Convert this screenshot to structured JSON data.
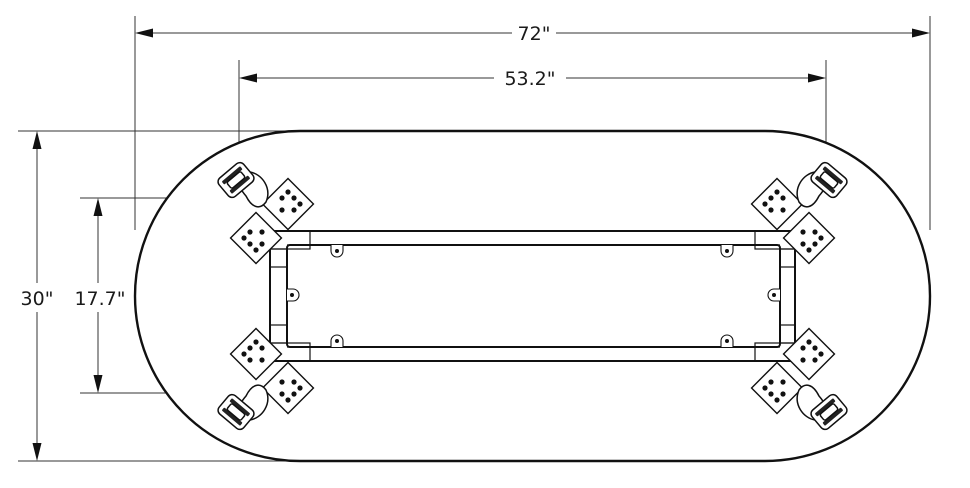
{
  "drawing": {
    "overall_length_label": "72\"",
    "caster_spacing_length_label": "53.2\"",
    "overall_width_label": "30\"",
    "caster_spacing_width_label": "17.7\""
  },
  "colors": {
    "line": "#111111",
    "background": "#ffffff"
  }
}
